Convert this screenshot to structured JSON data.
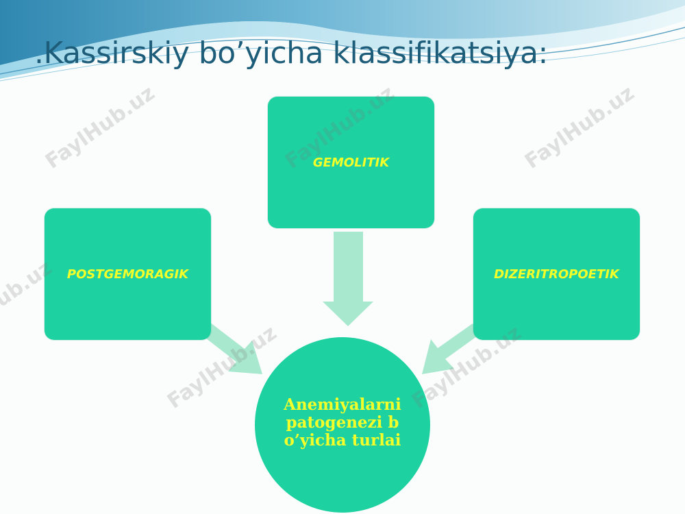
{
  "slide": {
    "title": ".Kassirskiy bo’yicha klassifikatsiya:"
  },
  "diagram": {
    "center": {
      "label": "Anemiyalarni patogenezi bo’yicha turlai"
    },
    "nodes": [
      {
        "id": "top",
        "label": "GEMOLITIK"
      },
      {
        "id": "left",
        "label": "POSTGEMORAGIK"
      },
      {
        "id": "right",
        "label": "DIZERITROPOETIK"
      }
    ]
  },
  "watermark": {
    "text": "FaylHub.uz"
  },
  "colors": {
    "box_fill": "#1dd1a1",
    "label_text": "#f4ff2a",
    "arrow_fill": "#a8e8cf",
    "title_text": "#1d5d79"
  }
}
